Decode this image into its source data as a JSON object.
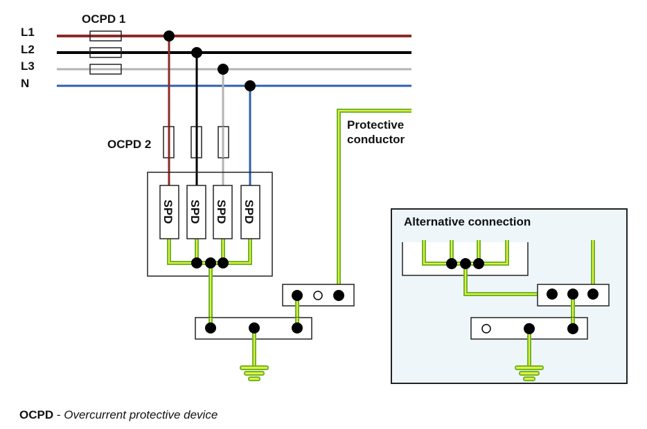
{
  "lines": {
    "L1": {
      "label": "L1",
      "color": "#8b2a25"
    },
    "L2": {
      "label": "L2",
      "color": "#000000"
    },
    "L3": {
      "label": "L3",
      "color": "#b3b3b3"
    },
    "N": {
      "label": "N",
      "color": "#2d5fae"
    }
  },
  "labels": {
    "ocpd1": "OCPD 1",
    "ocpd2": "OCPD 2",
    "protective_1": "Protective",
    "protective_2": "conductor",
    "spd": "SPD",
    "alternative": "Alternative connection"
  },
  "footnote": {
    "abbr": "OCPD",
    "sep": " - ",
    "meaning": "Overcurrent protective device"
  },
  "colors": {
    "earth_outer": "#6fb52c",
    "earth_inner": "#e4f03a",
    "alt_bg": "#eef6fa"
  }
}
